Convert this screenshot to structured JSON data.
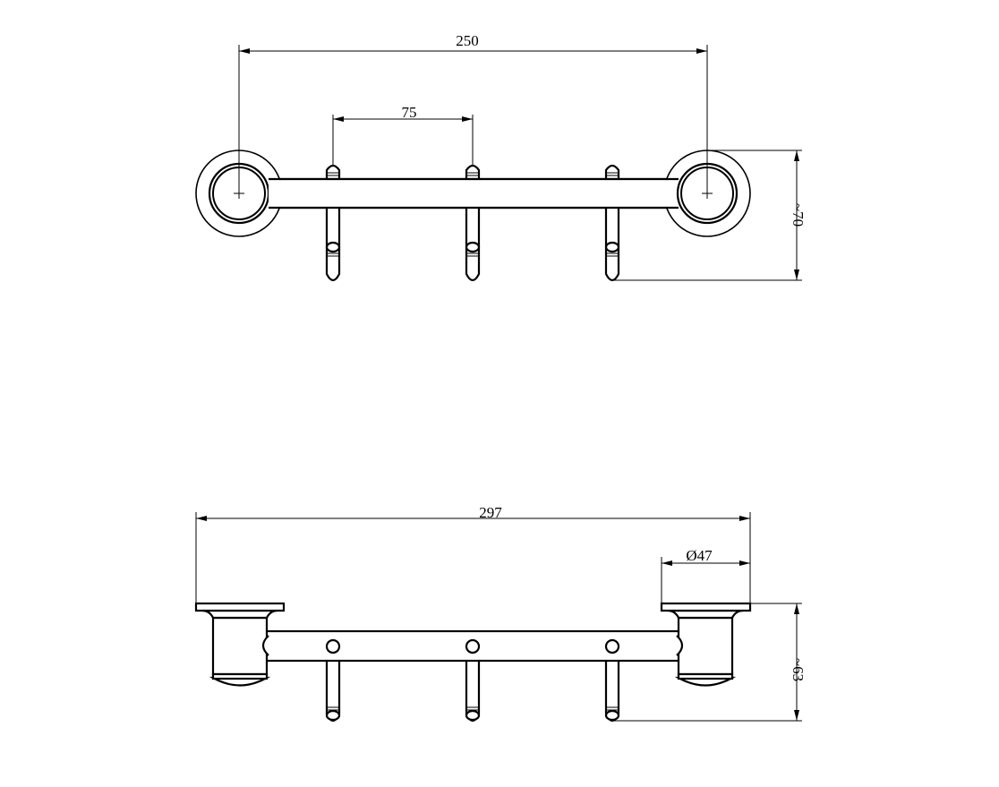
{
  "title": "Triple hook rail technical drawing",
  "top_view": {
    "dimensions": {
      "mount_spacing": "250",
      "hook_spacing": "75",
      "depth": "~70"
    },
    "hook_count": 3
  },
  "front_view": {
    "dimensions": {
      "overall_length": "297",
      "flange_diameter": "Ø47",
      "height": "~63"
    },
    "hook_count": 3
  },
  "colors": {
    "line": "#000000",
    "background": "#ffffff"
  }
}
